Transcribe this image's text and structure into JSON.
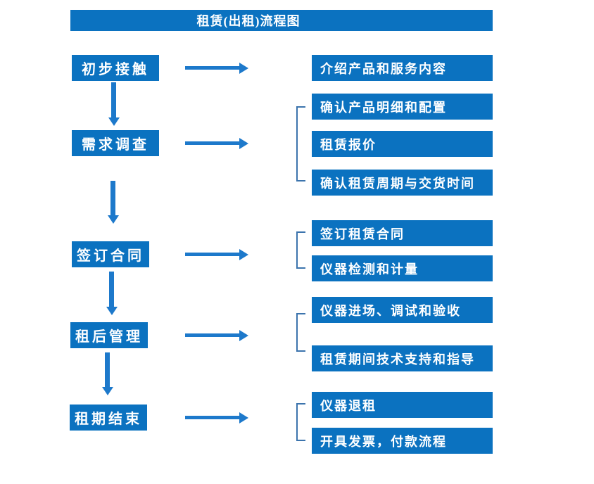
{
  "flow": {
    "title": "租赁(出租)流程图",
    "stages": [
      {
        "step": "初步接触",
        "details": [
          "介绍产品和服务内容"
        ]
      },
      {
        "step": "需求调查",
        "details": [
          "确认产品明细和配置",
          "租赁报价",
          "确认租赁周期与交货时间"
        ]
      },
      {
        "step": "签订合同",
        "details": [
          "签订租赁合同",
          "仪器检测和计量"
        ]
      },
      {
        "step": "租后管理",
        "details": [
          "仪器进场、调试和验收",
          "租赁期间技术支持和指导"
        ]
      },
      {
        "step": "租期结束",
        "details": [
          "仪器退租",
          "开具发票，付款流程"
        ]
      }
    ]
  },
  "colors": {
    "box_fill": "#0b72c0",
    "arrow": "#1d79cb",
    "bracket": "#3c74ad",
    "text": "#ffffff",
    "background": "#ffffff"
  }
}
